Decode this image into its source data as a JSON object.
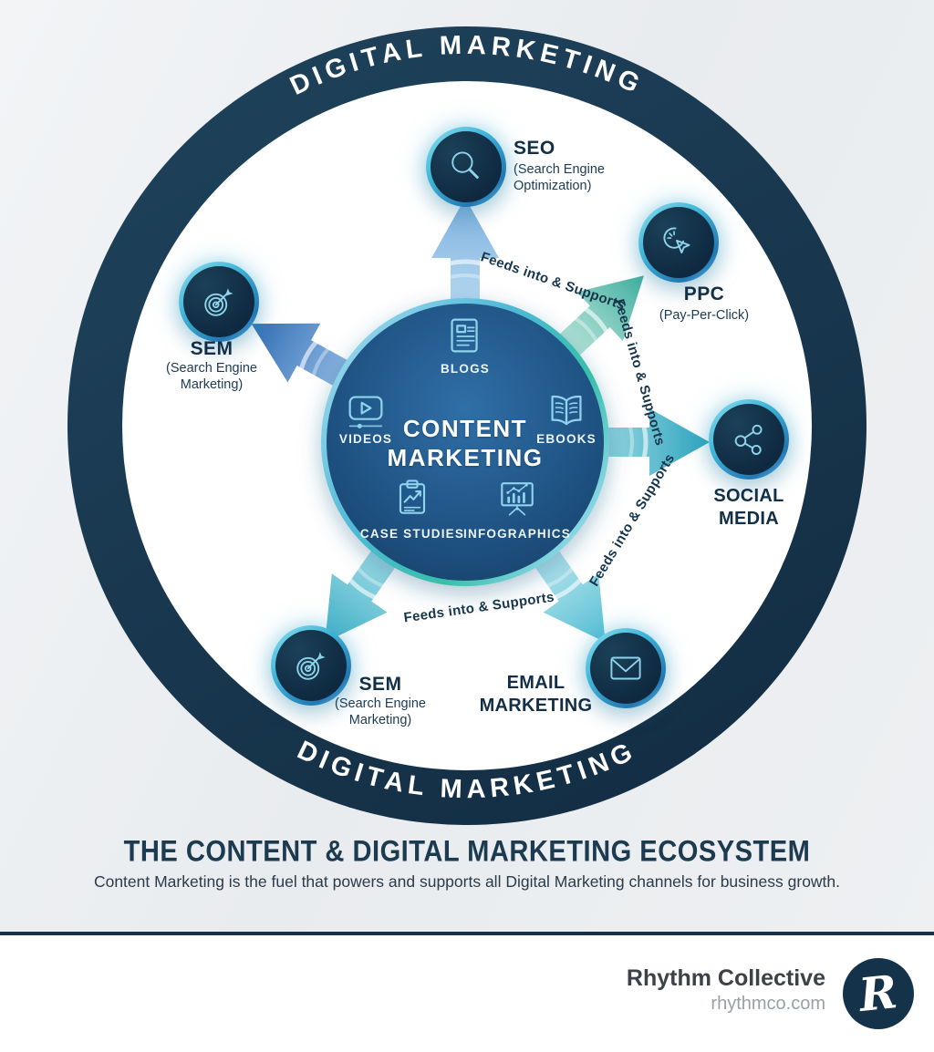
{
  "ring": {
    "band_label_top": "DIGITAL MARKETING",
    "band_label_bottom": "DIGITAL MARKETING"
  },
  "center": {
    "title": "CONTENT MARKETING",
    "items": [
      {
        "label": "BLOGS"
      },
      {
        "label": "VIDEOS"
      },
      {
        "label": "EBOOKS"
      },
      {
        "label": "CASE STUDIES"
      },
      {
        "label": "INFOGRAPHICS"
      }
    ]
  },
  "arrows": [
    {
      "label": "Feeds into & Supports",
      "target": "SEO"
    },
    {
      "label": "Feeds into & Supports",
      "target": "PPC"
    },
    {
      "label": "Feeds into & Supports",
      "target": "EMAIL MARKETING"
    },
    {
      "label": "Feeds into & Supports",
      "target": "SEM"
    }
  ],
  "nodes": [
    {
      "name": "SEO",
      "subtitle": "(Search Engine Optimization)"
    },
    {
      "name": "PPC",
      "subtitle": "(Pay-Per-Click)"
    },
    {
      "name": "SOCIAL MEDIA"
    },
    {
      "name": "EMAIL MARKETING"
    },
    {
      "name": "SEM",
      "subtitle": "(Search Engine Marketing)"
    },
    {
      "name": "SEM",
      "subtitle": "(Search Engine Marketing)"
    }
  ],
  "caption": {
    "title": "THE CONTENT & DIGITAL MARKETING ECOSYSTEM",
    "subtitle": "Content Marketing is the fuel that powers and supports all Digital Marketing channels for business growth."
  },
  "footer": {
    "brand": "Rhythm Collective",
    "website": "rhythmco.com",
    "logo_letter": "R"
  },
  "colors": {
    "ring_navy": "#183a52",
    "center_blue": "#1d5080",
    "teal": "#35aabf",
    "light_blue_arrow": "#7fb0de",
    "icon_stroke": "#8fd4ec"
  }
}
